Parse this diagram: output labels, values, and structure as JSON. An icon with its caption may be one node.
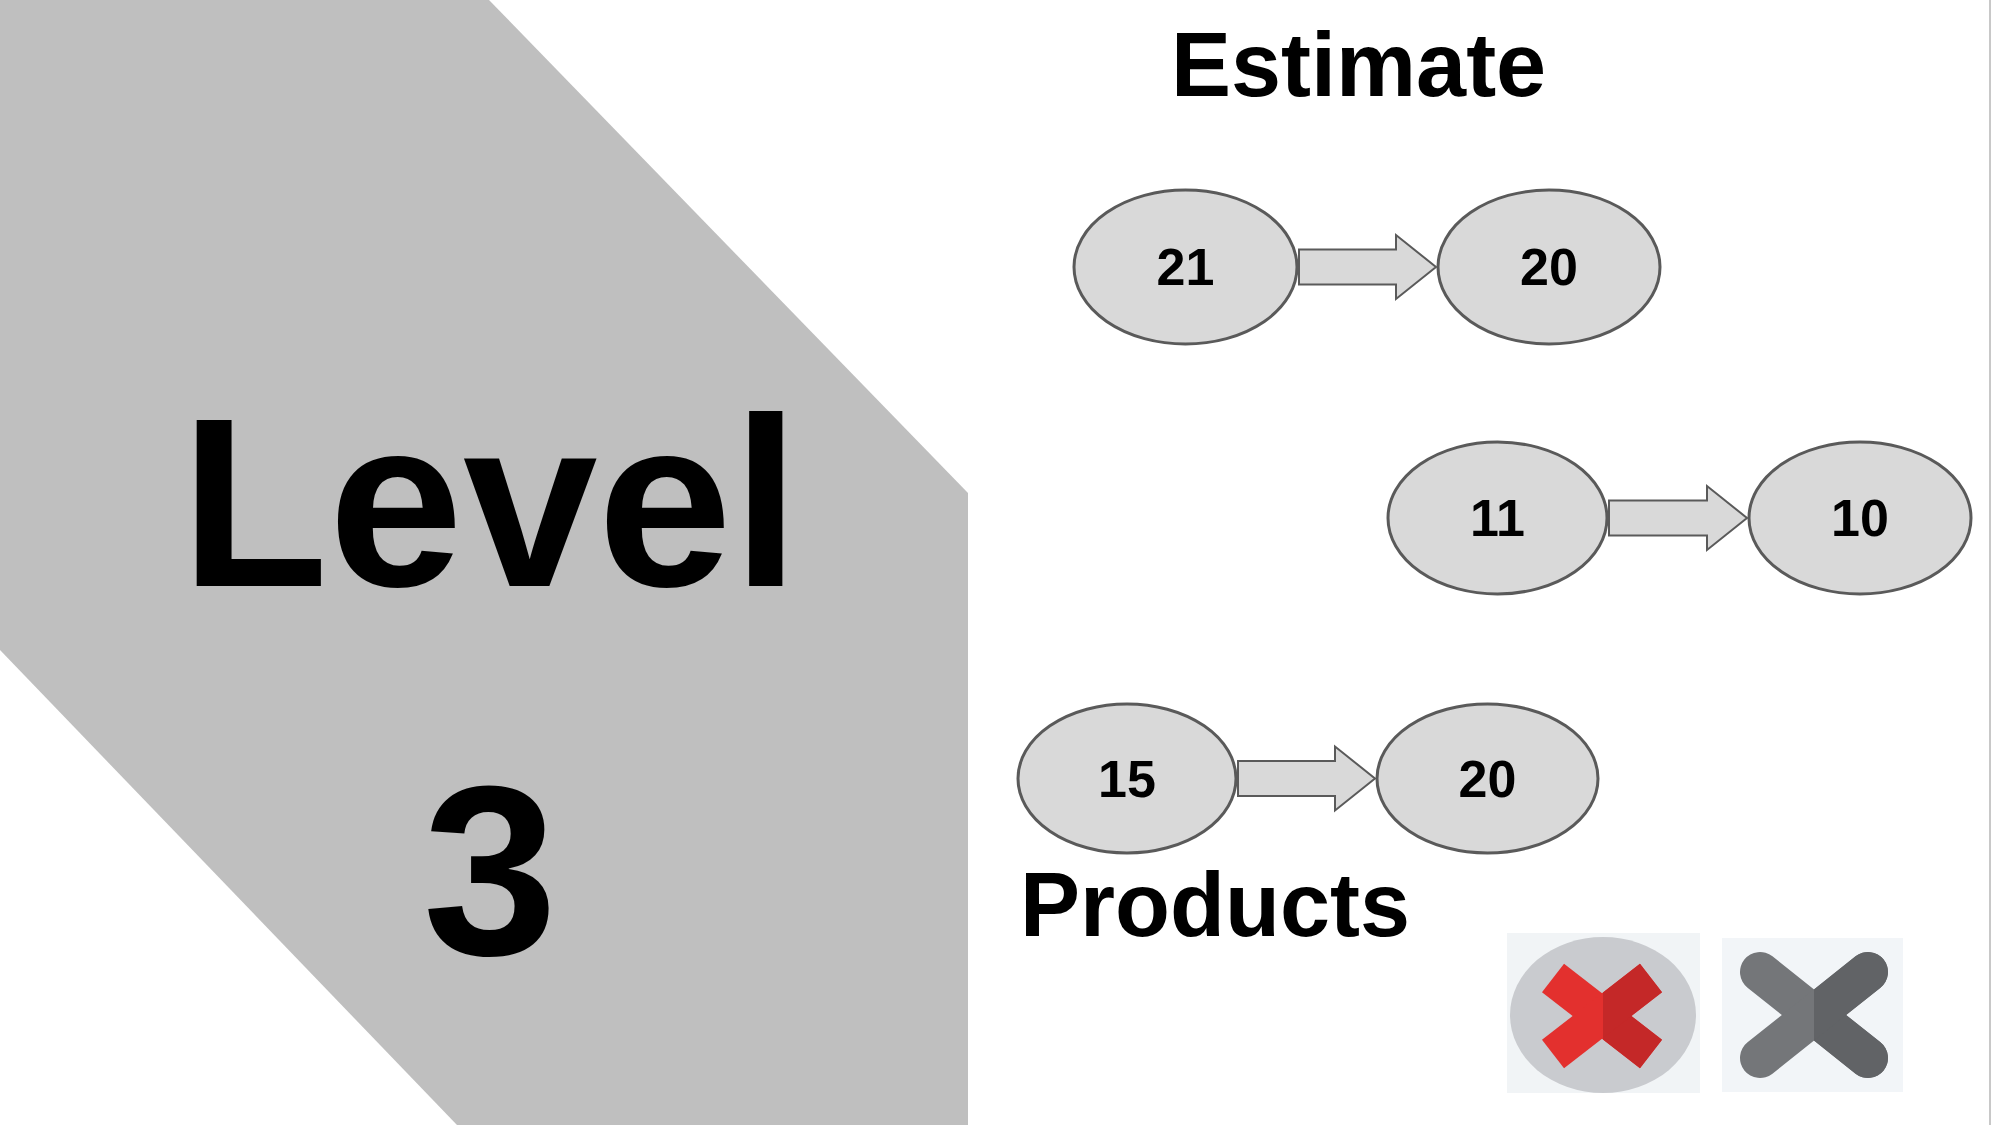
{
  "diagram": {
    "title": "Estimate",
    "nodes": [
      {
        "text": [
          "Level 3"
        ]
      },
      {
        "text": [
          "21"
        ]
      },
      {
        "text": [
          "20"
        ]
      },
      {
        "text": [
          "11"
        ]
      },
      {
        "text": [
          "10"
        ]
      },
      {
        "text": [
          "15"
        ]
      },
      {
        "text": [
          "20"
        ]
      }
    ],
    "edges": [
      {
        "from": 1,
        "to": 2,
        "arrow": "to"
      },
      {
        "from": 3,
        "to": 4,
        "arrow": "to"
      },
      {
        "from": 5,
        "to": 6,
        "arrow": "to"
      }
    ],
    "labels": [
      "Products"
    ]
  }
}
